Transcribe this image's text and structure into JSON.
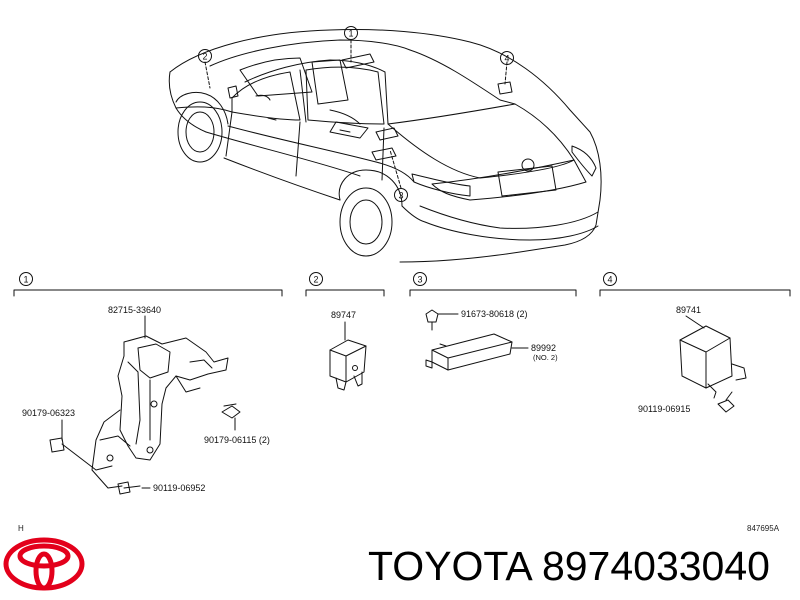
{
  "callouts": {
    "c1": "1",
    "c2": "2",
    "c3": "3",
    "c4": "4"
  },
  "sections": [
    {
      "id": "1",
      "parts": [
        "82715-33640",
        "90179-06323",
        "90179-06115 (2)",
        "90119-06952"
      ]
    },
    {
      "id": "2",
      "parts": [
        "89747"
      ]
    },
    {
      "id": "3",
      "parts": [
        "91673-80618 (2)",
        "89992",
        "(NO. 2)"
      ]
    },
    {
      "id": "4",
      "parts": [
        "89741",
        "90119-06915"
      ]
    }
  ],
  "corner_mark": "H",
  "drawing_code": "847695A",
  "brand": {
    "name": "TOYOTA",
    "part_number": "8974033040",
    "logo_color": "#e3001b"
  }
}
